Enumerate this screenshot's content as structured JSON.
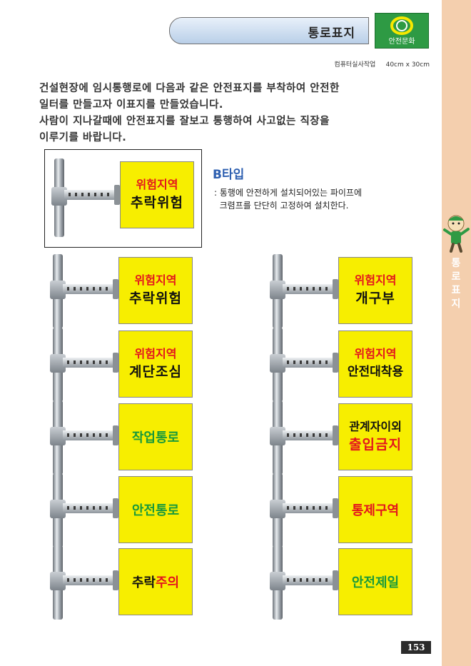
{
  "header": {
    "title": "통로표지",
    "logo_text": "안전문화",
    "meta": "컴퓨터실사작업     40cm x 30cm"
  },
  "intro": [
    "건설현장에 임시통행로에 다음과 같은 안전표지를 부착하여 안전한",
    "일터를 만들고자 이표지를 만들었습니다.",
    "사람이 지나갈때에 안전표지를 잘보고 통행하여 사고없는 직장을",
    "이루기를 바랍니다."
  ],
  "type_section": {
    "title": "B타입",
    "desc": [
      ": 통행에 안전하게 설치되어있는 파이프에",
      "  크렴프를 단단히 고정하여 설치한다."
    ]
  },
  "featured": {
    "line1": "위험지역",
    "line2": "추락위험"
  },
  "signs": [
    {
      "line1": "위험지역",
      "line2": "추락위험"
    },
    {
      "line1": "위험지역",
      "line2": "개구부"
    },
    {
      "line1": "위험지역",
      "line2": "계단조심"
    },
    {
      "line1": "위험지역",
      "line2": "안전대착용"
    },
    {
      "single": "작업통로"
    },
    {
      "line1": "관계자이외",
      "line2": "출입금지"
    },
    {
      "single": "안전통로"
    },
    {
      "single": "통제구역"
    },
    {
      "part1": "추락",
      "part2": "주의"
    },
    {
      "single": "안전제일"
    }
  ],
  "side_label": "통로표지",
  "page_number": "153",
  "colors": {
    "sign_background": "#f7ee00",
    "danger_red": "#e3141d",
    "safety_green": "#1a9a3a",
    "side_band": "#f4cfae",
    "logo_green": "#2e9a44"
  }
}
